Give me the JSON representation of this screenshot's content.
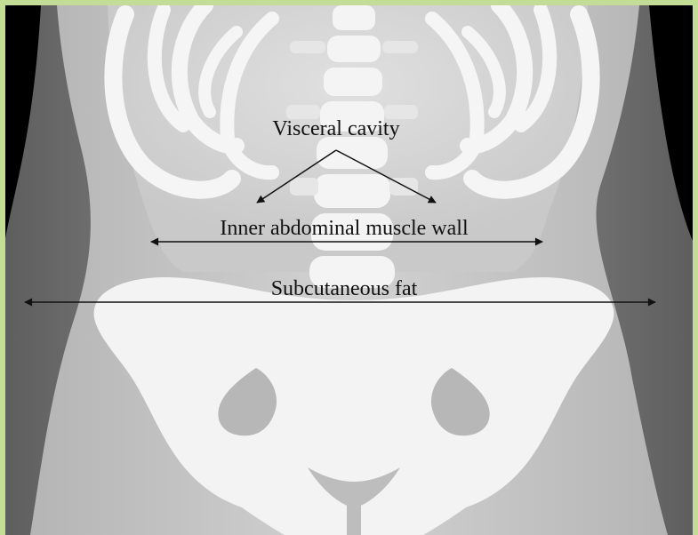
{
  "labels": {
    "visceral": "Visceral cavity",
    "muscle": "Inner abdominal muscle wall",
    "fat": "Subcutaneous fat"
  },
  "colors": {
    "frame": "#c4dd96",
    "bone": "#f2f2f2",
    "soft_tissue": "#c3c3c3",
    "fat": "#8e8e8e",
    "background": "#000000",
    "text": "#111111"
  }
}
